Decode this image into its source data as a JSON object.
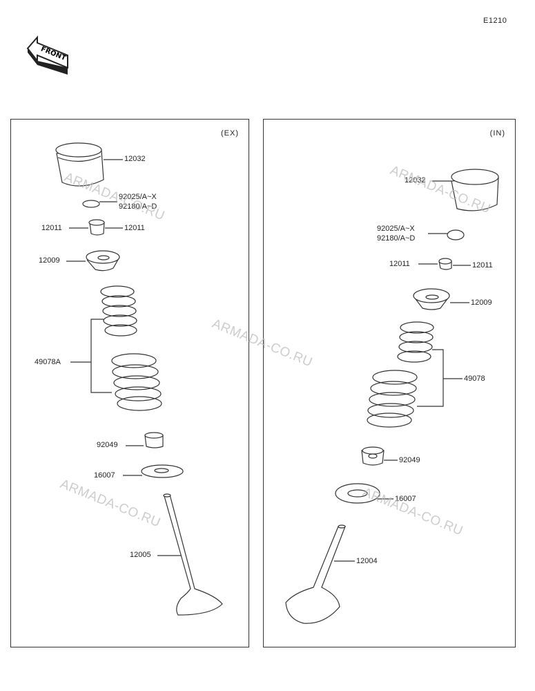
{
  "diagram_code": "E1210",
  "front_badge": {
    "label": "FRONT",
    "icon": "front-arrow-icon"
  },
  "panels": {
    "exhaust": {
      "tag": "(EX)"
    },
    "intake": {
      "tag": "(IN)"
    }
  },
  "exhaust_parts": {
    "tappet": "12032",
    "shim_line1": "92025/A~X",
    "shim_line2": "92180/A~D",
    "cotter_left": "12011",
    "cotter_right": "12011",
    "retainer": "12009",
    "spring_set": "49078A",
    "stem_seal": "92049",
    "spring_seat": "16007",
    "valve": "12005"
  },
  "intake_parts": {
    "tappet": "12032",
    "shim_line1": "92025/A~X",
    "shim_line2": "92180/A~D",
    "cotter_left": "12011",
    "cotter_right": "12011",
    "retainer": "12009",
    "spring_set": "49078",
    "stem_seal": "92049",
    "spring_seat": "16007",
    "valve": "12004"
  },
  "watermark_text": "ARMADA-CO.RU",
  "colors": {
    "line": "#333333",
    "watermark": "#bdbdbd"
  }
}
